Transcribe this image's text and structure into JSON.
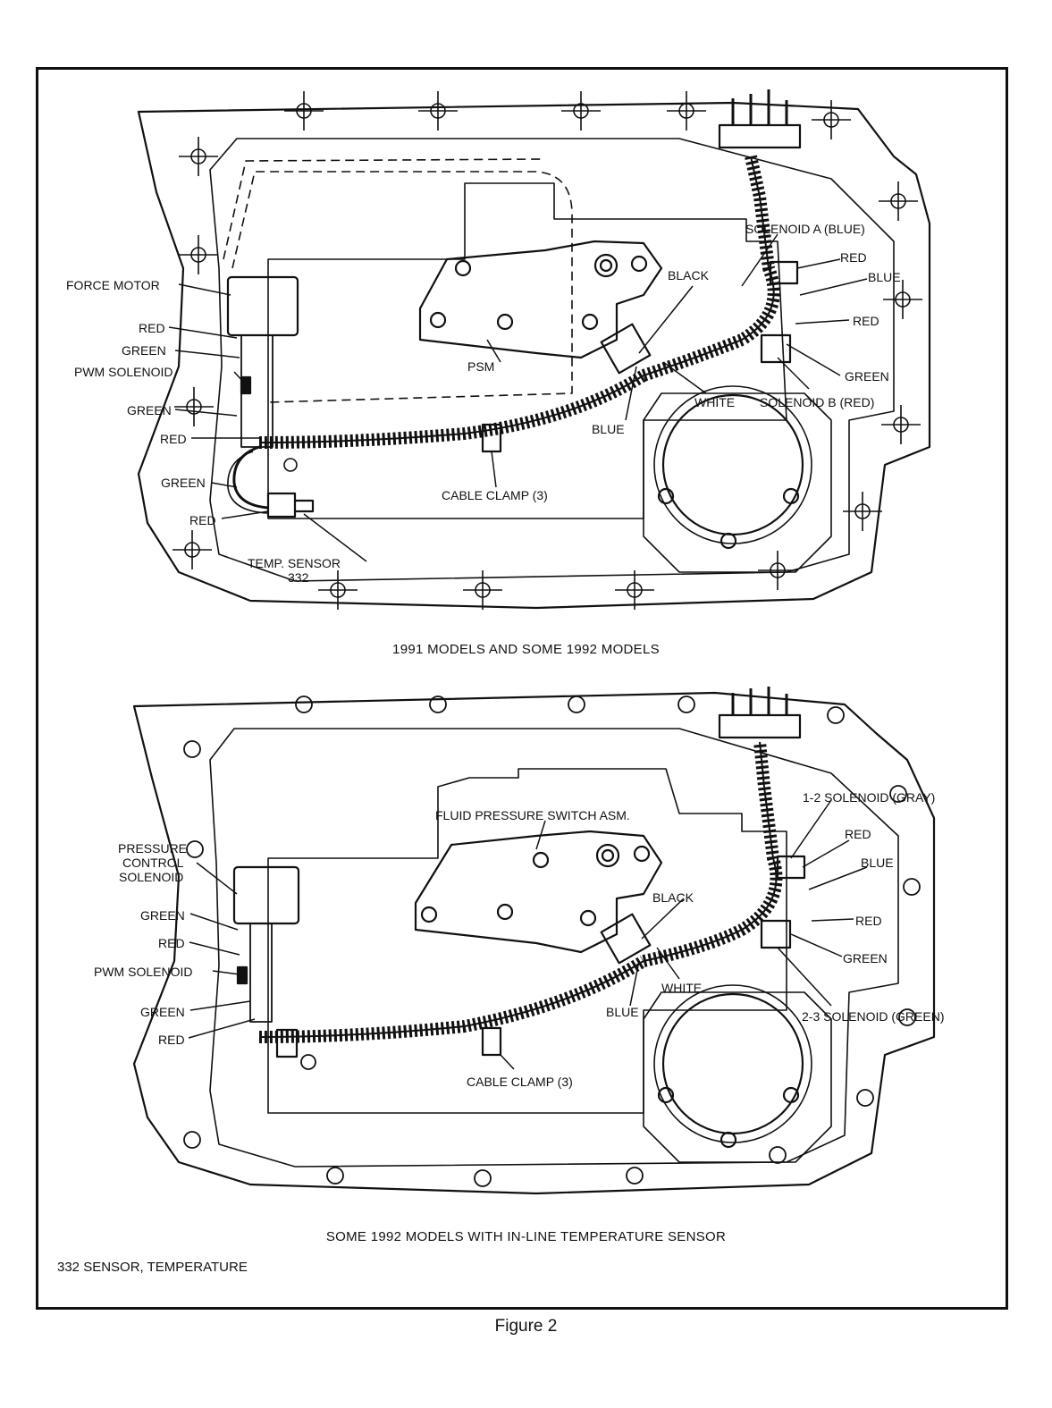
{
  "top_diagram": {
    "caption": "1991 MODELS AND SOME 1992 MODELS",
    "labels": {
      "force_motor": "FORCE MOTOR",
      "red_1": "RED",
      "green_1": "GREEN",
      "pwm_solenoid": "PWM SOLENOID",
      "green_2": "GREEN",
      "red_2": "RED",
      "green_3": "GREEN",
      "red_3": "RED",
      "temp_sensor": "TEMP. SENSOR",
      "temp_sensor_ref": "332",
      "psm": "PSM",
      "cable_clamp": "CABLE CLAMP (3)",
      "blue_bottom": "BLUE",
      "black": "BLACK",
      "white": "WHITE",
      "solenoid_a": "SOLENOID A (BLUE)",
      "red_right": "RED",
      "blue_right": "BLUE",
      "red_right_2": "RED",
      "green_right": "GREEN",
      "solenoid_b": "SOLENOID B (RED)"
    }
  },
  "bottom_diagram": {
    "caption": "SOME 1992 MODELS WITH IN-LINE TEMPERATURE SENSOR",
    "labels": {
      "pressure_control_1": "PRESSURE",
      "pressure_control_2": "CONTROL",
      "pressure_control_3": "SOLENOID",
      "green_1": "GREEN",
      "red_1": "RED",
      "pwm_solenoid": "PWM SOLENOID",
      "green_2": "GREEN",
      "red_2": "RED",
      "fluid_pressure_switch": "FLUID PRESSURE SWITCH ASM.",
      "black": "BLACK",
      "white": "WHITE",
      "blue_bottom": "BLUE",
      "cable_clamp": "CABLE CLAMP (3)",
      "solenoid_1_2": "1-2 SOLENOID (GRAY)",
      "red_right": "RED",
      "blue_right": "BLUE",
      "red_right_2": "RED",
      "green_right": "GREEN",
      "solenoid_2_3": "2-3 SOLENOID (GREEN)"
    }
  },
  "legend": "332  SENSOR, TEMPERATURE",
  "figure_label": "Figure 2"
}
